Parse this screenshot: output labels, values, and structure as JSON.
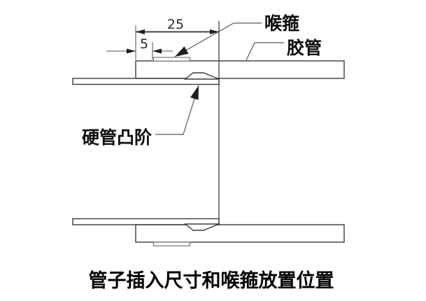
{
  "figure": {
    "caption": "管子插入尺寸和喉箍放置位置",
    "labels": {
      "hose_clamp": "喉箍",
      "rubber_hose": "胶管",
      "pipe_step": "硬管凸阶"
    },
    "dimensions": {
      "insertion_depth": "25",
      "clamp_offset": "5"
    },
    "colors": {
      "background": "#ffffff",
      "outline": "#3a3a3a",
      "dimension_line": "#2e2e2e",
      "leader_line": "#585858",
      "hatch": "#5f5f5f",
      "label_text": "#0d0d0d",
      "dimension_text": "#2b2b2b"
    }
  }
}
